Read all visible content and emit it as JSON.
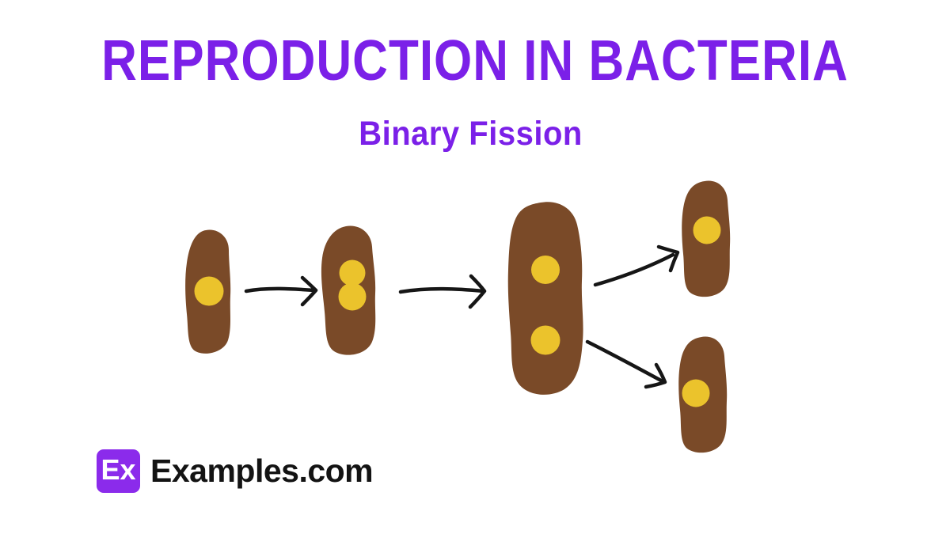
{
  "page": {
    "background": "#FFFFFF"
  },
  "header": {
    "title": "REPRODUCTION IN BACTERIA",
    "subtitle": "Binary Fission",
    "accent_color": "#7B20E8"
  },
  "diagram": {
    "process": "Binary Fission",
    "stages": [
      {
        "name": "parent-cell",
        "nucleoids": 1
      },
      {
        "name": "dna-replicated",
        "nucleoids": 2
      },
      {
        "name": "cell-elongated-nucleoids-separated",
        "nucleoids": 2
      },
      {
        "name": "daughter-cells",
        "cells": 2,
        "nucleoids_per_cell": 1
      }
    ],
    "colors": {
      "cell_body": "#7A4A28",
      "nucleoid": "#EBC32C",
      "arrow": "#161616"
    }
  },
  "footer": {
    "logo_badge": "Ex",
    "brand": "Examples.com",
    "badge_bg": "#8B2BEB",
    "badge_fg": "#FFFFFF",
    "brand_color": "#131313"
  }
}
